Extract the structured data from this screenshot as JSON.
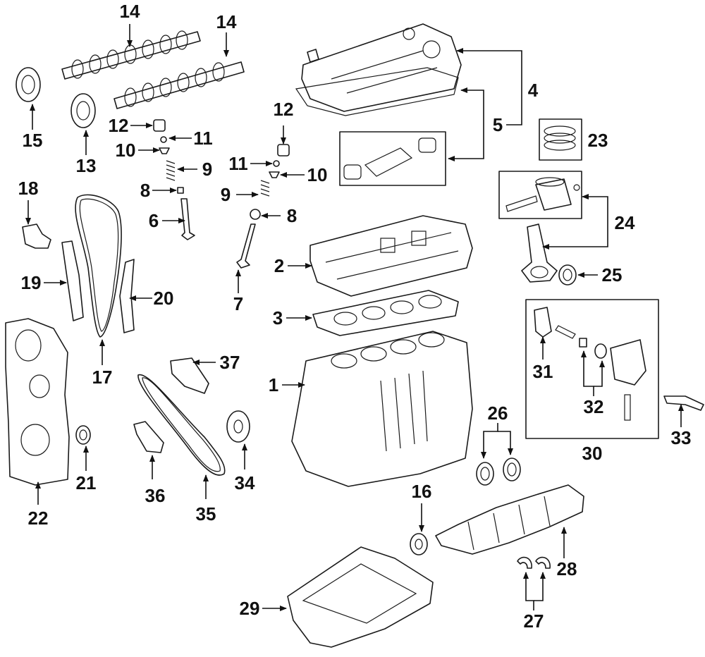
{
  "callouts": {
    "c1": "1",
    "c2": "2",
    "c3": "3",
    "c4": "4",
    "c5": "5",
    "c6": "6",
    "c7": "7",
    "c8a": "8",
    "c8b": "8",
    "c9a": "9",
    "c9b": "9",
    "c10a": "10",
    "c10b": "10",
    "c11a": "11",
    "c11b": "11",
    "c12a": "12",
    "c12b": "12",
    "c13": "13",
    "c14a": "14",
    "c14b": "14",
    "c15": "15",
    "c16": "16",
    "c17": "17",
    "c18": "18",
    "c19": "19",
    "c20": "20",
    "c21": "21",
    "c22": "22",
    "c23": "23",
    "c24": "24",
    "c25": "25",
    "c26": "26",
    "c27": "27",
    "c28": "28",
    "c29": "29",
    "c30": "30",
    "c31": "31",
    "c32": "32",
    "c33": "33",
    "c34": "34",
    "c35": "35",
    "c36": "36",
    "c37": "37"
  }
}
